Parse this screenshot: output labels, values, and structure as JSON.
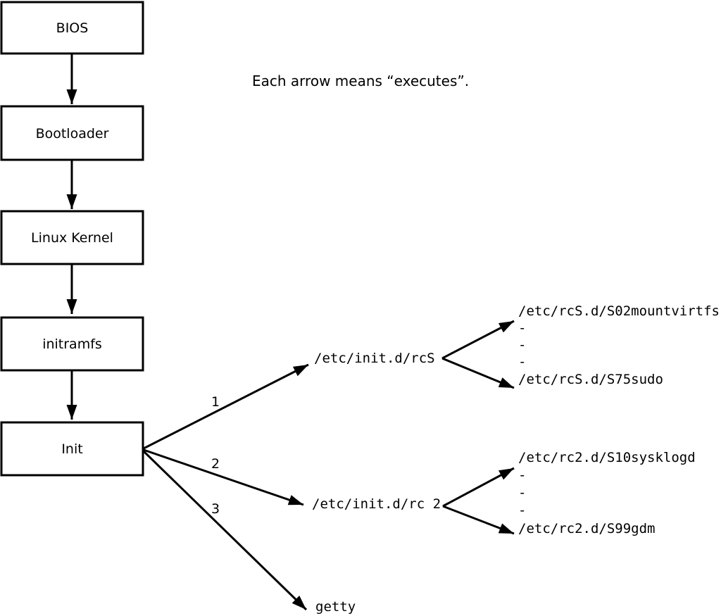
{
  "note": "Each arrow means “executes”.",
  "chain": {
    "boxes": [
      {
        "label": "BIOS"
      },
      {
        "label": "Bootloader"
      },
      {
        "label": "Linux Kernel"
      },
      {
        "label": "initramfs"
      },
      {
        "label": "Init"
      }
    ]
  },
  "branches": [
    {
      "number": "1",
      "target": "/etc/init.d/rcS",
      "children": [
        "/etc/rcS.d/S02mountvirtfs",
        "-",
        "-",
        "-",
        "/etc/rcS.d/S75sudo"
      ]
    },
    {
      "number": "2",
      "target": "/etc/init.d/rc 2",
      "children": [
        "/etc/rc2.d/S10sysklogd",
        "-",
        "-",
        "-",
        "/etc/rc2.d/S99gdm"
      ]
    },
    {
      "number": "3",
      "target": "getty",
      "children": []
    }
  ],
  "colors": {
    "background": "#ffffff",
    "line": "#000000",
    "box_fill": "#ffffff",
    "text": "#000000"
  }
}
